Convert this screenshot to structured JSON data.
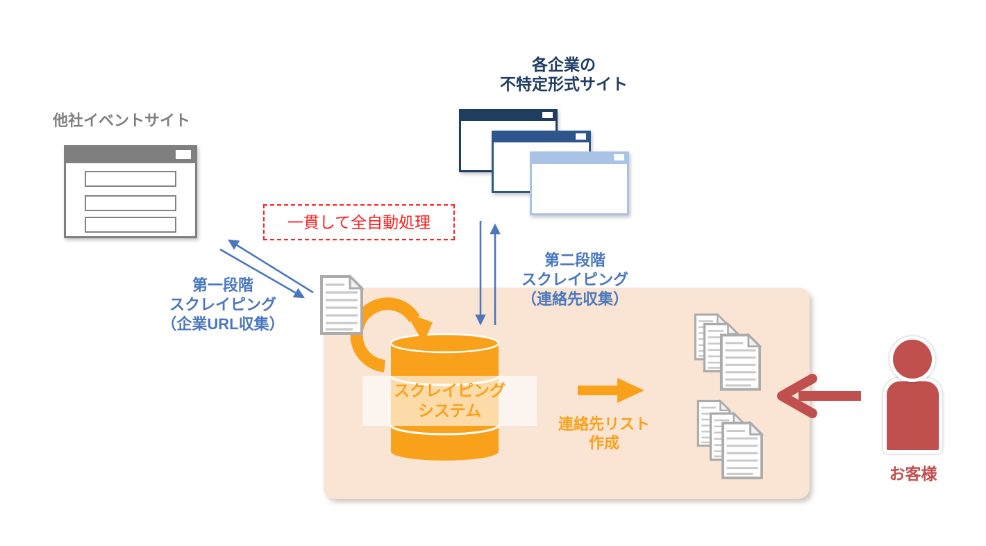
{
  "titles": {
    "left_site": "他社イベントサイト",
    "top_line1": "各企業の",
    "top_line2": "不特定形式サイト"
  },
  "callout": {
    "auto_process": "一貫して全自動処理"
  },
  "stage1": {
    "line1": "第一段階",
    "line2": "スクレイピング",
    "line3": "（企業URL収集）"
  },
  "stage2": {
    "line1": "第二段階",
    "line2": "スクレイピング",
    "line3": "（連絡先収集）"
  },
  "system": {
    "line1": "スクレイピング",
    "line2": "システム"
  },
  "output": {
    "line1": "連絡先リスト",
    "line2": "作成"
  },
  "customer": {
    "label": "お客様"
  },
  "colors": {
    "navy": "#1F3C64",
    "medium_blue": "#2E568C",
    "light_blue": "#A9C3E6",
    "blue_text_arrows": "#4A77BD",
    "gray": "#7F7F7F",
    "orange": "#F9A11B",
    "peach_panel": "#FAE5D4",
    "red_callout": "#FE2020",
    "maroon_customer": "#C0504D"
  },
  "icons": {
    "browser-window-icon": "rect with title bar and control button",
    "document-icon": "page with folded corner and text lines",
    "database-cylinder-icon": "orange cylinder with disc seams",
    "loop-arrow-icon": "circular clockwise arrow",
    "person-icon": "circle head with rounded-rect body"
  }
}
